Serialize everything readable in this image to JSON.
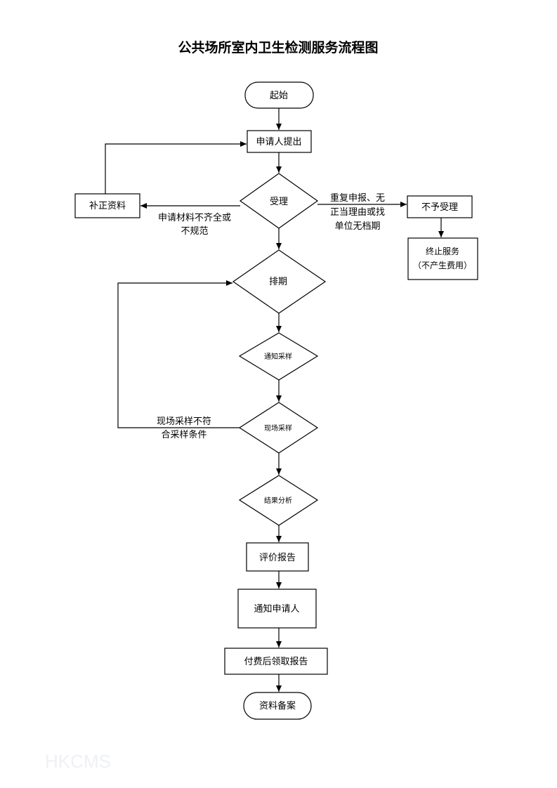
{
  "title": "公共场所室内卫生检测服务流程图",
  "nodes": {
    "start": "起始",
    "apply": "申请人提出",
    "accept": "受理",
    "supplement": "补正资料",
    "reject": "不予受理",
    "terminate_line1": "终止服务",
    "terminate_line2": "（不产生费用）",
    "schedule": "排期",
    "notify_sampling": "通知采样",
    "onsite_sampling": "现场采样",
    "result_analysis": "结果分析",
    "evaluation_report": "评价报告",
    "notify_applicant": "通知申请人",
    "pay_collect": "付费后领取报告",
    "archive": "资料备案"
  },
  "edge_labels": {
    "incomplete_line1": "申请材料不齐全或",
    "incomplete_line2": "不规范",
    "reject_reason_line1": "重复申报、无",
    "reject_reason_line2": "正当理由或找",
    "reject_reason_line3": "单位无档期",
    "sampling_fail_line1": "现场采样不符",
    "sampling_fail_line2": "合采样条件"
  },
  "watermark": "HKCMS"
}
